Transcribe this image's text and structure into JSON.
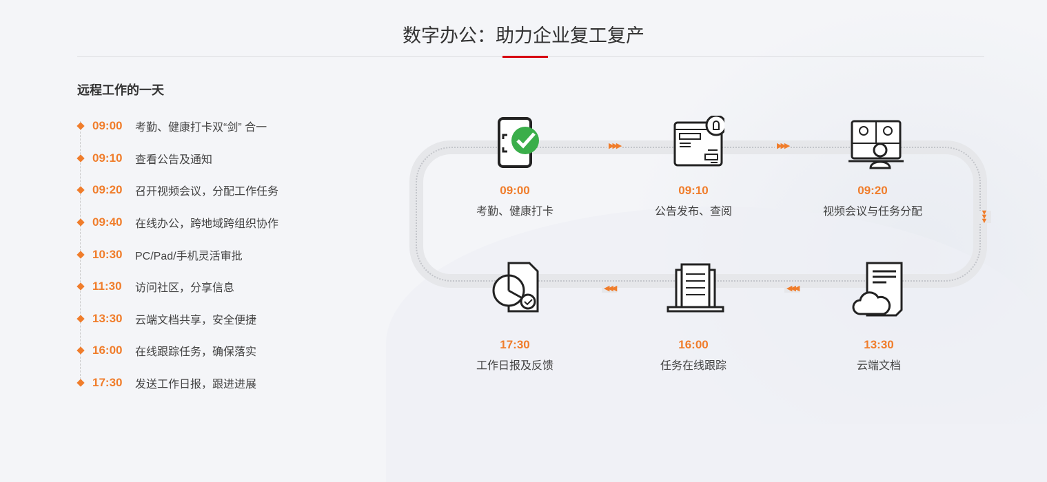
{
  "title": "数字办公：助力企业复工复产",
  "subtitle": "远程工作的一天",
  "schedule": [
    {
      "time": "09:00",
      "text": "考勤、健康打卡双“剑” 合一"
    },
    {
      "time": "09:10",
      "text": "查看公告及通知"
    },
    {
      "time": "09:20",
      "text": "召开视频会议，分配工作任务"
    },
    {
      "time": "09:40",
      "text": "在线办公，跨地域跨组织协作"
    },
    {
      "time": "10:30",
      "text": "PC/Pad/手机灵活审批"
    },
    {
      "time": "11:30",
      "text": "访问社区，分享信息"
    },
    {
      "time": "13:30",
      "text": "云端文档共享，安全便捷"
    },
    {
      "time": "16:00",
      "text": "在线跟踪任务，确保落实"
    },
    {
      "time": "17:30",
      "text": "发送工作日报，跟进进展"
    }
  ],
  "flow": [
    {
      "time": "09:00",
      "label": "考勤、健康打卡",
      "icon": "phone-check-icon"
    },
    {
      "time": "09:10",
      "label": "公告发布、查阅",
      "icon": "announcement-bell-icon"
    },
    {
      "time": "09:20",
      "label": "视频会议与任务分配",
      "icon": "video-meeting-icon"
    },
    {
      "time": "13:30",
      "label": "云端文档",
      "icon": "cloud-document-icon"
    },
    {
      "time": "16:00",
      "label": "任务在线跟踪",
      "icon": "laptop-tasks-icon"
    },
    {
      "time": "17:30",
      "label": "工作日报及反馈",
      "icon": "report-chart-icon"
    }
  ],
  "colors": {
    "accent": "#f07d2b",
    "red": "#d7000f",
    "check": "#3aae4a"
  }
}
